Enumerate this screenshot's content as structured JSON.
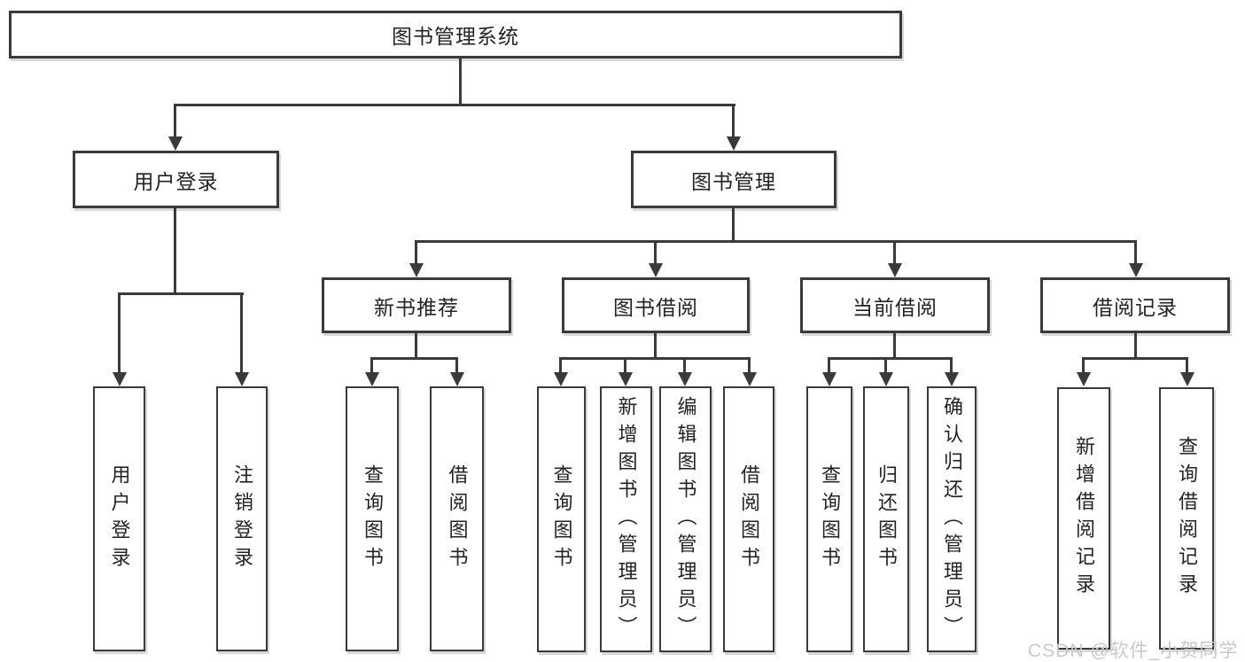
{
  "theme": {
    "line_color": "#3a3a3a",
    "border_color": "#3a3a3a",
    "text_color": "#232323",
    "watermark_color": "#c9c9c9",
    "background": "#ffffff"
  },
  "diagram": {
    "type": "hierarchy-tree",
    "root": {
      "label": "图书管理系统"
    },
    "level2": [
      {
        "label": "用户登录"
      },
      {
        "label": "图书管理"
      }
    ],
    "level3": [
      {
        "label": "新书推荐"
      },
      {
        "label": "图书借阅"
      },
      {
        "label": "当前借阅"
      },
      {
        "label": "借阅记录"
      }
    ],
    "leaves": {
      "user_login": [
        "用户登录",
        "注销登录"
      ],
      "new_books": [
        "查询图书",
        "借阅图书"
      ],
      "book_borrow": [
        "查询图书",
        "新增图书（管理员）",
        "编辑图书（管理员）",
        "借阅图书"
      ],
      "current_borrow": [
        "查询图书",
        "归还图书",
        "确认归还（管理员）"
      ],
      "records": [
        "新增借阅记录",
        "查询借阅记录"
      ]
    }
  },
  "watermark": {
    "text": "CSDN @软件_小贺同学"
  }
}
